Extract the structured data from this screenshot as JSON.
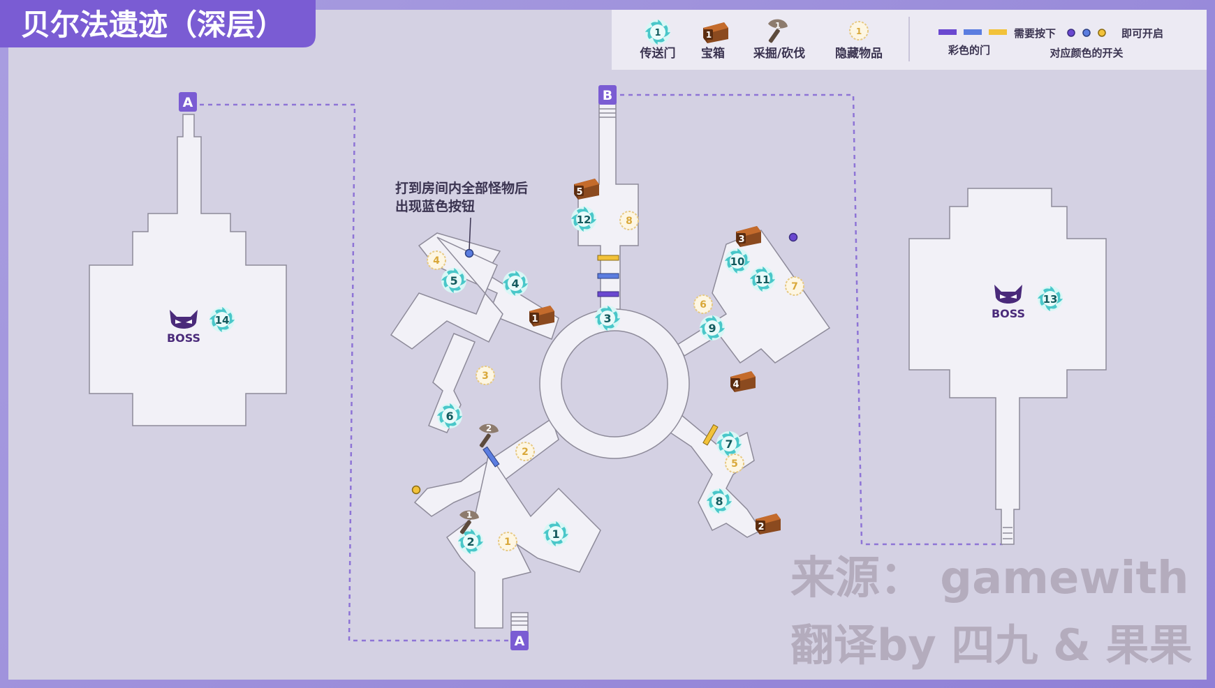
{
  "title": "贝尔法遗迹（深层）",
  "note": [
    "打到房间内全部怪物后",
    "出现蓝色按钮"
  ],
  "legend": {
    "teleport": "传送门",
    "chest": "宝箱",
    "dig": "采掘/砍伐",
    "hidden": "隐藏物品",
    "need_press": "需要按下",
    "open": "即可开启",
    "colored_door": "彩色的门",
    "switch": "对应颜色的开关",
    "sample_number": "1"
  },
  "labels": {
    "a": "A",
    "b": "B",
    "boss": "BOSS"
  },
  "watermark": {
    "source": "来源：  gamewith",
    "translate": "翻译by 四九 & 果果"
  },
  "colors": {
    "floor": "#f2f1f7",
    "background": "#d4d1e3",
    "accent": "#7a5cd3",
    "door_yellow": "#f2c23a",
    "door_blue": "#5b7de0",
    "door_purple": "#6a48d0",
    "teleport": "#3cc1c7"
  },
  "markers": {
    "teleports": [
      "1",
      "2",
      "3",
      "4",
      "5",
      "6",
      "7",
      "8",
      "9",
      "10",
      "11",
      "12",
      "13",
      "14"
    ],
    "chests": [
      "1",
      "2",
      "3",
      "4",
      "5"
    ],
    "hidden": [
      "1",
      "2",
      "3",
      "4",
      "5",
      "6",
      "7",
      "8"
    ],
    "dig": [
      "1",
      "2"
    ]
  }
}
